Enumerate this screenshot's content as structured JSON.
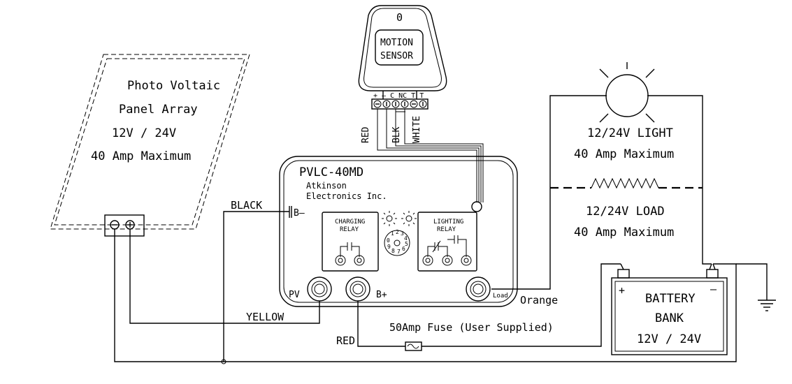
{
  "panel": {
    "line1": "Photo Voltaic",
    "line2": "Panel Array",
    "line3": "12V / 24V",
    "line4": "40 Amp Maximum",
    "neg_symbol": "⊖",
    "pos_symbol": "⊕"
  },
  "sensor": {
    "top_mark": "0",
    "line1": "MOTION",
    "line2": "SENSOR",
    "terminals": "+ – C NC T T",
    "wire_red": "RED",
    "wire_blk": "BLK",
    "wire_white": "WHITE"
  },
  "controller": {
    "model": "PVLC-40MD",
    "maker1": "Atkinson",
    "maker2": "Electronics Inc.",
    "charging_relay_1": "CHARGING",
    "charging_relay_2": "RELAY",
    "lighting_relay_1": "LIGHTING",
    "lighting_relay_2": "RELAY",
    "dial_digits": [
      "0",
      "1",
      "2",
      "3",
      "4",
      "5",
      "6",
      "7",
      "8",
      "9"
    ],
    "b_minus": "B–",
    "pv": "PV",
    "b_plus": "B+",
    "load": "Load"
  },
  "wires": {
    "black": "BLACK",
    "yellow": "YELLOW",
    "red": "RED",
    "orange": "Orange",
    "fuse": "50Amp Fuse (User Supplied)"
  },
  "light": {
    "line1": "12/24V LIGHT",
    "line2": "40 Amp Maximum"
  },
  "load": {
    "line1": "12/24V LOAD",
    "line2": "40 Amp Maximum"
  },
  "battery": {
    "line1": "BATTERY",
    "line2": "BANK",
    "line3": "12V / 24V",
    "plus": "+",
    "minus": "–"
  }
}
